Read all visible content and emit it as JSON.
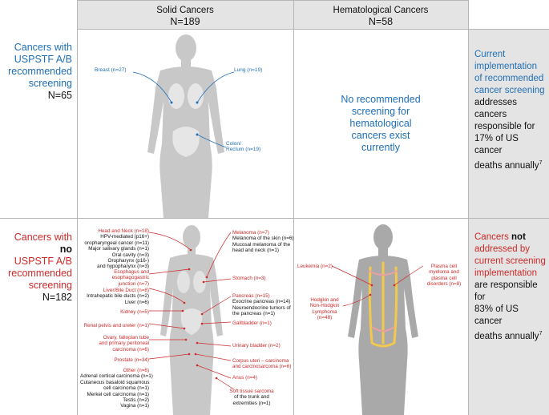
{
  "columns": {
    "solid": {
      "title": "Solid Cancers",
      "n": "N=189"
    },
    "heme": {
      "title": "Hematological Cancers",
      "n": "N=58"
    }
  },
  "row1": {
    "label_lines": [
      "Cancers with",
      "USPSTF A/B",
      "recommended",
      "screening"
    ],
    "n": "N=65",
    "solid_labels": {
      "breast": "Breast (n=27)",
      "lung": "Lung (n=19)",
      "colon1": "Colon/",
      "colon2": "Rectum (n=19)"
    },
    "heme_message": [
      "No recommended",
      "screening for",
      "hematological",
      "cancers exist",
      "currently"
    ],
    "side_blue": [
      "Current",
      "implementation",
      "of recommended",
      "cancer screening"
    ],
    "side_black": [
      "addresses cancers",
      "responsible for",
      "17% of US cancer",
      "deaths annually"
    ],
    "side_sup": "7"
  },
  "row2": {
    "label_pre": "Cancers with ",
    "label_bold": "no",
    "label_lines": [
      "USPSTF A/B",
      "recommended",
      "screening"
    ],
    "n": "N=182",
    "left_labels": [
      {
        "red": "Head and Neck (n=18)",
        "black": [
          "HPV-mediated (p16+)",
          "oropharyngeal cancer (n=11)",
          "Major salivary glands (n=1)",
          "Oral cavity (n=3)",
          "Oropharynx (p16-)",
          "and hypopharynx (n=3)"
        ]
      },
      {
        "red": "Esophagus and",
        "red2": "esophagogastric",
        "red3": "junction (n=7)"
      },
      {
        "red": "Liver/Bile Duct (n=8)",
        "black": [
          "Intrahepatic bile ducts (n=2)",
          "Liver (n=6)"
        ]
      },
      {
        "red": "Kidney (n=5)"
      },
      {
        "red": "Renal pelvis and ureter (n=1)"
      },
      {
        "red": "Ovary, fallopian tube",
        "red2": "and primary peritoneal",
        "red3": "carcinoma (n=6)"
      },
      {
        "red": "Prostate (n=34)"
      },
      {
        "red": "Other (n=6)",
        "black": [
          "Adrenal cortical carcinoma (n=1)",
          "Cutaneous basaloid squamous",
          "cell carcinoma (n=1)",
          "Merkel cell carcinoma (n=1)",
          "Testis (n=2)",
          "Vagina (n=1)"
        ]
      }
    ],
    "right_labels": [
      {
        "red": "Melanoma (n=7)",
        "black": [
          "Melanoma of the skin (n=6)",
          "Mucosal melanoma of the",
          "head and neck (n=1)"
        ]
      },
      {
        "red": "Stomach (n=3)"
      },
      {
        "red": "Pancreas (n=15)",
        "black": [
          "Exocrine pancreas (n=14)",
          "Neuroendocrine tumors of",
          "the pancreas (n=1)"
        ]
      },
      {
        "red": "Gallbladder (n=1)"
      },
      {
        "red": "Urinary bladder (n=2)"
      },
      {
        "red": "Corpus uteri – carcinoma",
        "red2": "and carcinosarcoma (n=6)"
      },
      {
        "red": "Anus (n=4)"
      },
      {
        "red": "Soft tissue sarcoma",
        "black": [
          "of the trunk and",
          "extremities (n=1)"
        ]
      }
    ],
    "heme_labels": {
      "leukemia": "Leukemia (n=2)",
      "hodgkin": [
        "Hodgkin and",
        "Non-Hodgkin",
        "Lymphoma",
        "(n=48)"
      ],
      "myeloma": [
        "Plasma cell",
        "myeloma and",
        "plasma cell",
        "disorders (n=8)"
      ]
    },
    "side_red_1": "Cancers ",
    "side_red_bold": "not",
    "side_red_lines": [
      "addressed by",
      "current screening",
      "implementation"
    ],
    "side_black": [
      "are responsible for",
      "83% of US cancer",
      "deaths annually"
    ],
    "side_sup": "7"
  },
  "colors": {
    "blue": "#1f6fb7",
    "red": "#cf2a2a",
    "header_bg": "#e4e4e4",
    "body_fill": "#c9c9c9"
  }
}
